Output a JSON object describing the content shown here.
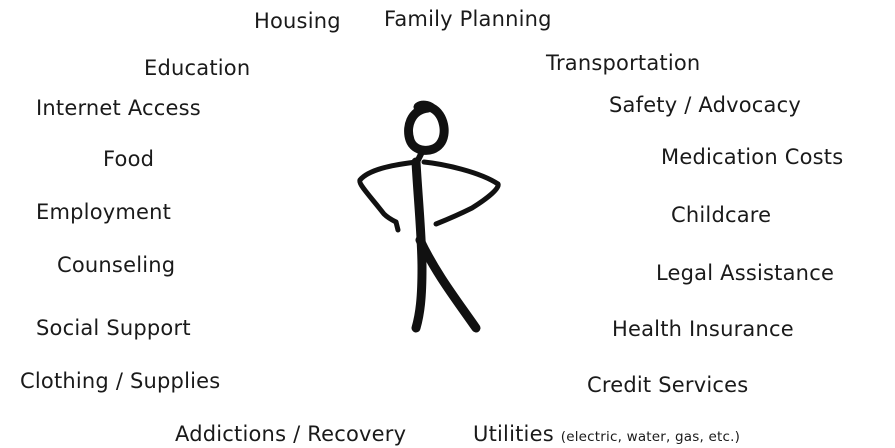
{
  "labels": {
    "housing": "Housing",
    "family_planning": "Family Planning",
    "education": "Education",
    "transportation": "Transportation",
    "internet_access": "Internet Access",
    "safety_advocacy": "Safety / Advocacy",
    "food": "Food",
    "medication_costs": "Medication Costs",
    "employment": "Employment",
    "childcare": "Childcare",
    "counseling": "Counseling",
    "legal_assistance": "Legal Assistance",
    "social_support": "Social Support",
    "health_insurance": "Health Insurance",
    "clothing_supplies": "Clothing / Supplies",
    "credit_services": "Credit Services",
    "addictions_recovery": "Addictions / Recovery",
    "utilities": "Utilities",
    "utilities_detail": "(electric, water, gas, etc.)"
  },
  "figure": {
    "icon": "stick-figure-hands-on-hips-icon",
    "stroke_color": "#111111"
  }
}
